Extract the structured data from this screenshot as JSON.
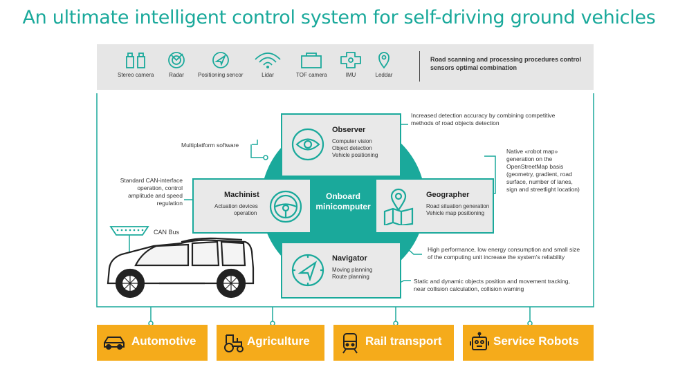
{
  "title": "An ultimate intelligent control system for self-driving ground vehicles",
  "sensors": [
    {
      "label": "Stereo camera",
      "icon": "stereo-camera-icon"
    },
    {
      "label": "Radar",
      "icon": "radar-icon"
    },
    {
      "label": "Positioning sencor",
      "icon": "positioning-sensor-icon"
    },
    {
      "label": "Lidar",
      "icon": "lidar-icon"
    },
    {
      "label": "TOF camera",
      "icon": "tof-camera-icon"
    },
    {
      "label": "IMU",
      "icon": "imu-icon"
    },
    {
      "label": "Leddar",
      "icon": "leddar-icon"
    }
  ],
  "sensor_note": "Road scanning and processing procedures control sensors optimal combination",
  "center": {
    "line1": "Onboard",
    "line2": "minicomputer"
  },
  "modules": {
    "observer": {
      "title": "Observer",
      "lines": [
        "Computer vision",
        "Object detection",
        "Vehicle positioning"
      ],
      "icon": "eye-icon"
    },
    "machinist": {
      "title": "Machinist",
      "lines": [
        "Actuation devices",
        "operation"
      ],
      "icon": "steering-wheel-icon"
    },
    "geographer": {
      "title": "Geographer",
      "lines": [
        "Road situation generation",
        "Vehicle map positioning"
      ],
      "icon": "map-pin-icon"
    },
    "navigator": {
      "title": "Navigator",
      "lines": [
        "Moving planning",
        "Route planning"
      ],
      "icon": "compass-icon"
    }
  },
  "notes": {
    "multiplatform": "Multiplatform software",
    "can_interface": "Standard CAN-interface operation, control amplitude and speed regulation",
    "detection": "Increased detection accuracy by combining competitive methods of road objects detection",
    "robot_map": "Native «robot map» generation on the OpenStreetMap basis (geometry, gradient, road surface, number of lanes, sign and streetlight location)",
    "performance": "High performance, low energy consumption and small size of the computing unit increase the system's reliability",
    "tracking": "Static and dynamic objects position and movement tracking, near collision calculation, collision warning"
  },
  "can_bus": "CAN Bus",
  "sectors": [
    {
      "label": "Automotive",
      "icon": "car-icon"
    },
    {
      "label": "Agriculture",
      "icon": "tractor-icon"
    },
    {
      "label": "Rail transport",
      "icon": "train-icon"
    },
    {
      "label": "Service Robots",
      "icon": "robot-icon"
    }
  ],
  "colors": {
    "accent": "#1aa99b",
    "sector": "#f5ab1b",
    "panel": "#e6e6e6"
  }
}
